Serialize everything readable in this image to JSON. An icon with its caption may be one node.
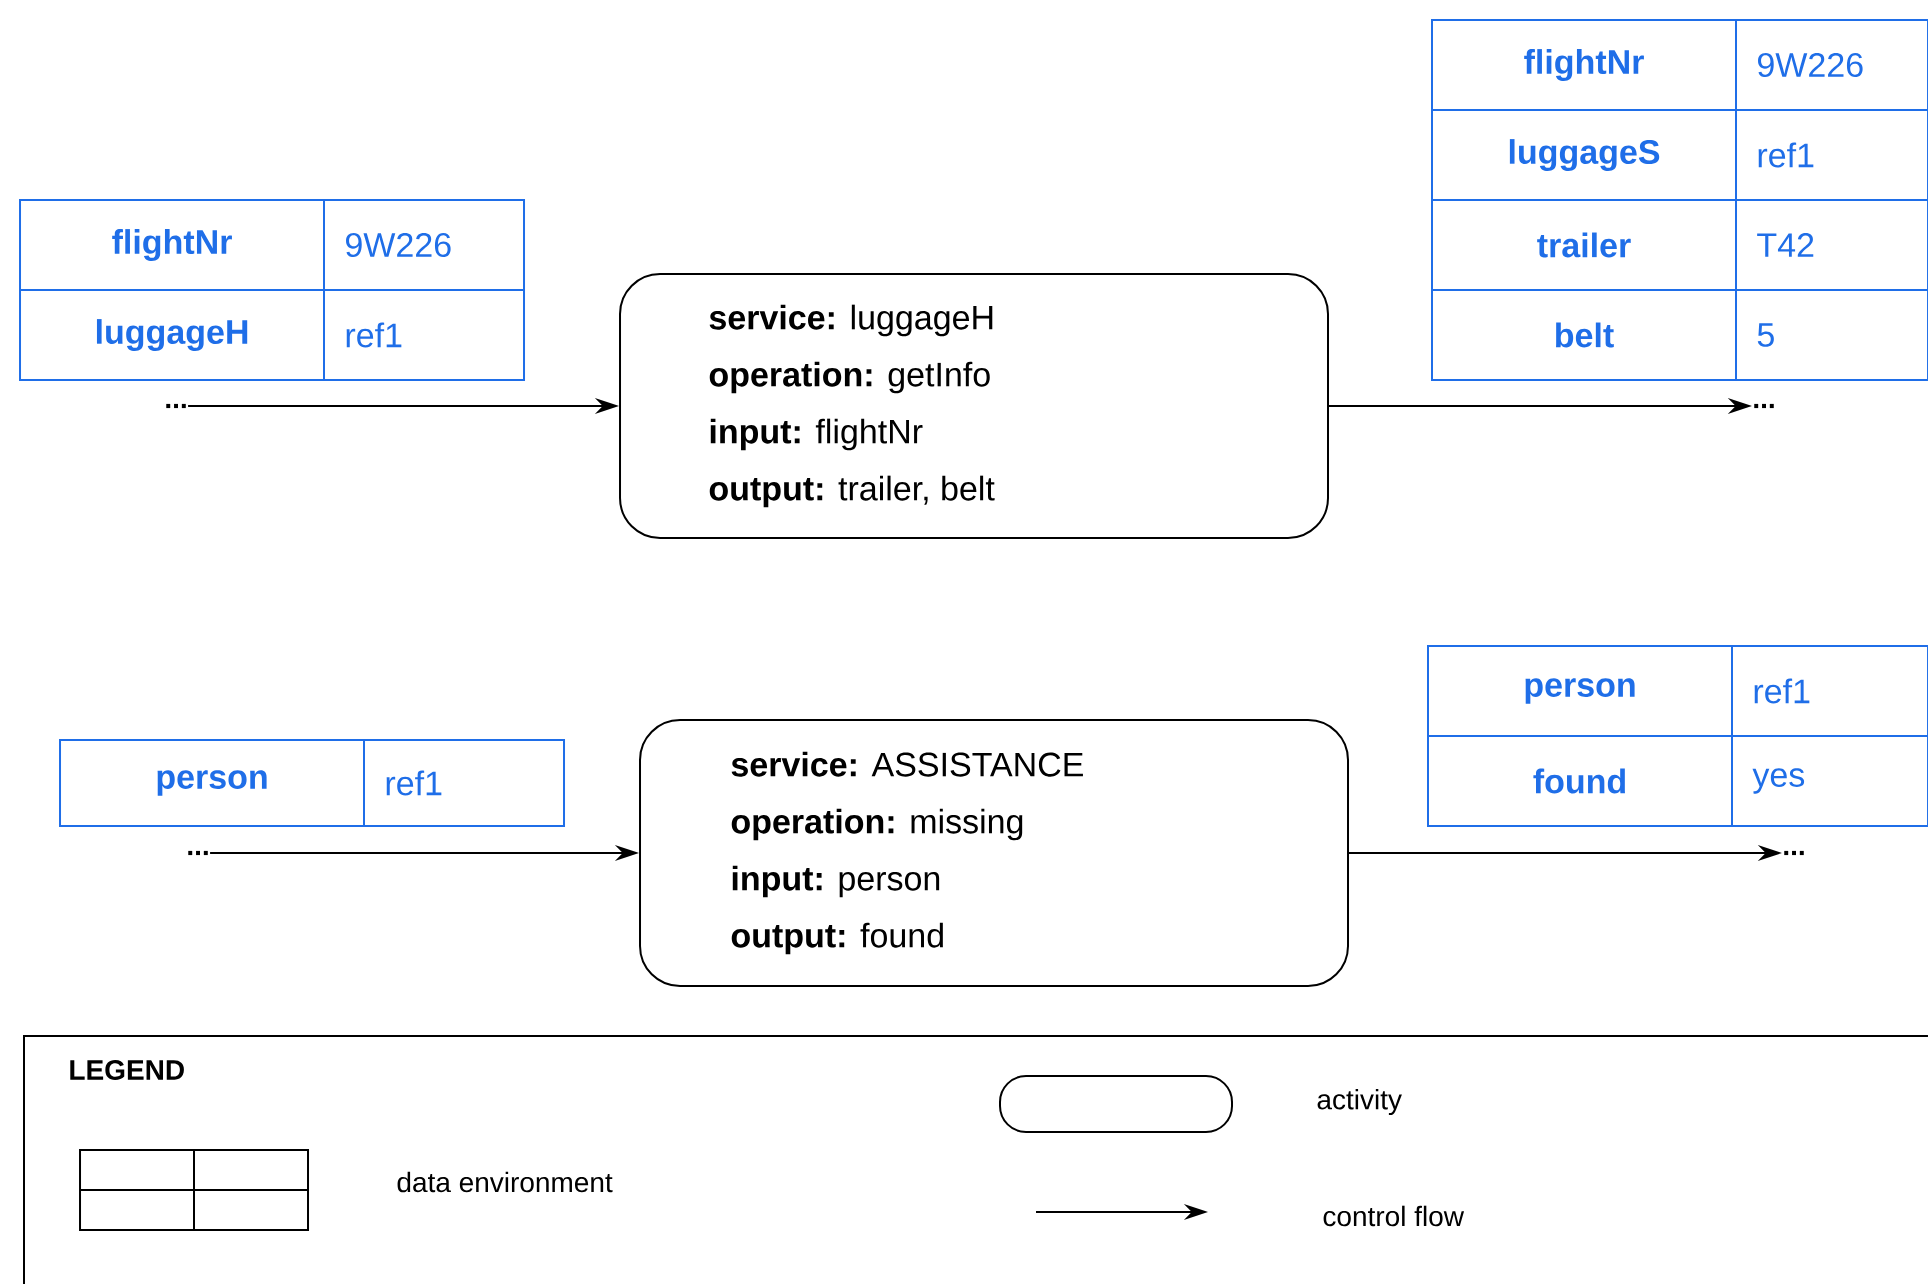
{
  "diagram": {
    "nodes": [
      {
        "text": [
          "flightNr",
          "9W226",
          "luggageH",
          "ref1"
        ]
      },
      {
        "text": [
          "..."
        ]
      },
      {
        "text": [
          "**service:** luggageH",
          "**operation:** getInfo",
          "**input:** flightNr",
          "**output:** trailer, belt"
        ]
      },
      {
        "text": [
          "flightNr",
          "9W226",
          "luggageS",
          "ref1",
          "trailer",
          "T42",
          "belt",
          "5"
        ]
      },
      {
        "text": [
          "..."
        ]
      },
      {
        "text": [
          "person",
          "ref1"
        ]
      },
      {
        "text": [
          "..."
        ]
      },
      {
        "text": [
          "**service:** ASSISTANCE",
          "**operation:** missing",
          "**input:** person",
          "**output:** found"
        ]
      },
      {
        "text": [
          "person",
          "ref1",
          "found",
          "yes"
        ]
      },
      {
        "text": [
          "..."
        ]
      }
    ],
    "edges": [
      {
        "from": 1,
        "to": 2,
        "arrow": "to"
      },
      {
        "from": 2,
        "to": 4,
        "arrow": "to"
      },
      {
        "from": 6,
        "to": 7,
        "arrow": "to"
      },
      {
        "from": 7,
        "to": 9,
        "arrow": "to"
      }
    ],
    "labels": [
      "LEGEND"
    ],
    "legend": [
      {
        "text": "activity"
      },
      {
        "text": "data environment"
      },
      {
        "text": "control flow"
      }
    ]
  }
}
